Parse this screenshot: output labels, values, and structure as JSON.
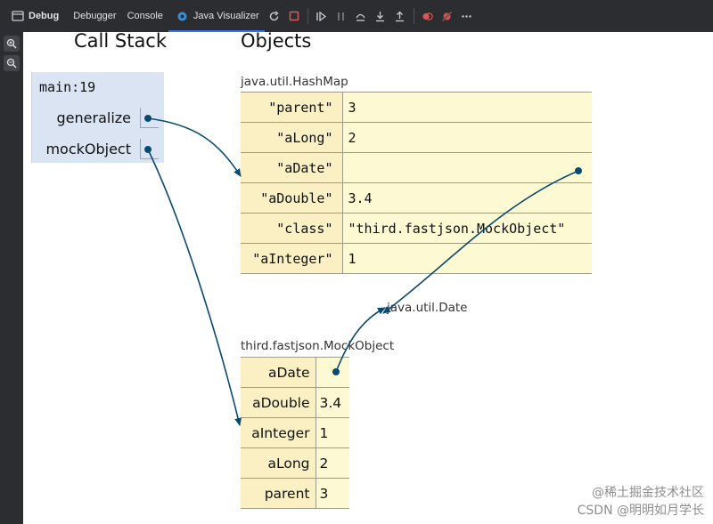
{
  "toolbar": {
    "title": "Debug",
    "tabs": [
      {
        "label": "Debugger"
      },
      {
        "label": "Console"
      },
      {
        "label": "Java Visualizer"
      }
    ],
    "accent": "#3574f0",
    "actions": [
      "rerun-icon",
      "stop-icon",
      "resume-icon",
      "pause-icon",
      "step-over-icon",
      "step-into-icon",
      "step-out-icon",
      "view-breakpoints-icon",
      "mute-breakpoints-icon",
      "more-icon"
    ]
  },
  "gutter": {
    "buttons": [
      "zoom-in-icon",
      "zoom-out-icon"
    ]
  },
  "headings": {
    "call_stack": "Call Stack",
    "objects": "Objects"
  },
  "call_stack": {
    "frame": "main:19",
    "variables": [
      {
        "name": "generalize"
      },
      {
        "name": "mockObject"
      }
    ]
  },
  "objects": {
    "hashmap": {
      "type": "java.util.HashMap",
      "entries": [
        {
          "key": "\"parent\"",
          "value": "3"
        },
        {
          "key": "\"aLong\"",
          "value": "2"
        },
        {
          "key": "\"aDate\"",
          "value": ""
        },
        {
          "key": "\"aDouble\"",
          "value": "3.4"
        },
        {
          "key": "\"class\"",
          "value": "\"third.fastjson.MockObject\""
        },
        {
          "key": "\"aInteger\"",
          "value": "1"
        }
      ]
    },
    "date": {
      "type": "java.util.Date"
    },
    "mock_object": {
      "type": "third.fastjson.MockObject",
      "fields": [
        {
          "name": "aDate",
          "value": ""
        },
        {
          "name": "aDouble",
          "value": "3.4"
        },
        {
          "name": "aInteger",
          "value": "1"
        },
        {
          "name": "aLong",
          "value": "2"
        },
        {
          "name": "parent",
          "value": "3"
        }
      ]
    }
  },
  "colors": {
    "pointer": "#0b4a6f",
    "frame_bg": "#dbe4f3",
    "key_bg": "#faf0c4",
    "value_bg": "#fdf9d3"
  },
  "watermark": {
    "line1": "@稀土掘金技术社区",
    "line2": "CSDN @明明如月学长"
  }
}
